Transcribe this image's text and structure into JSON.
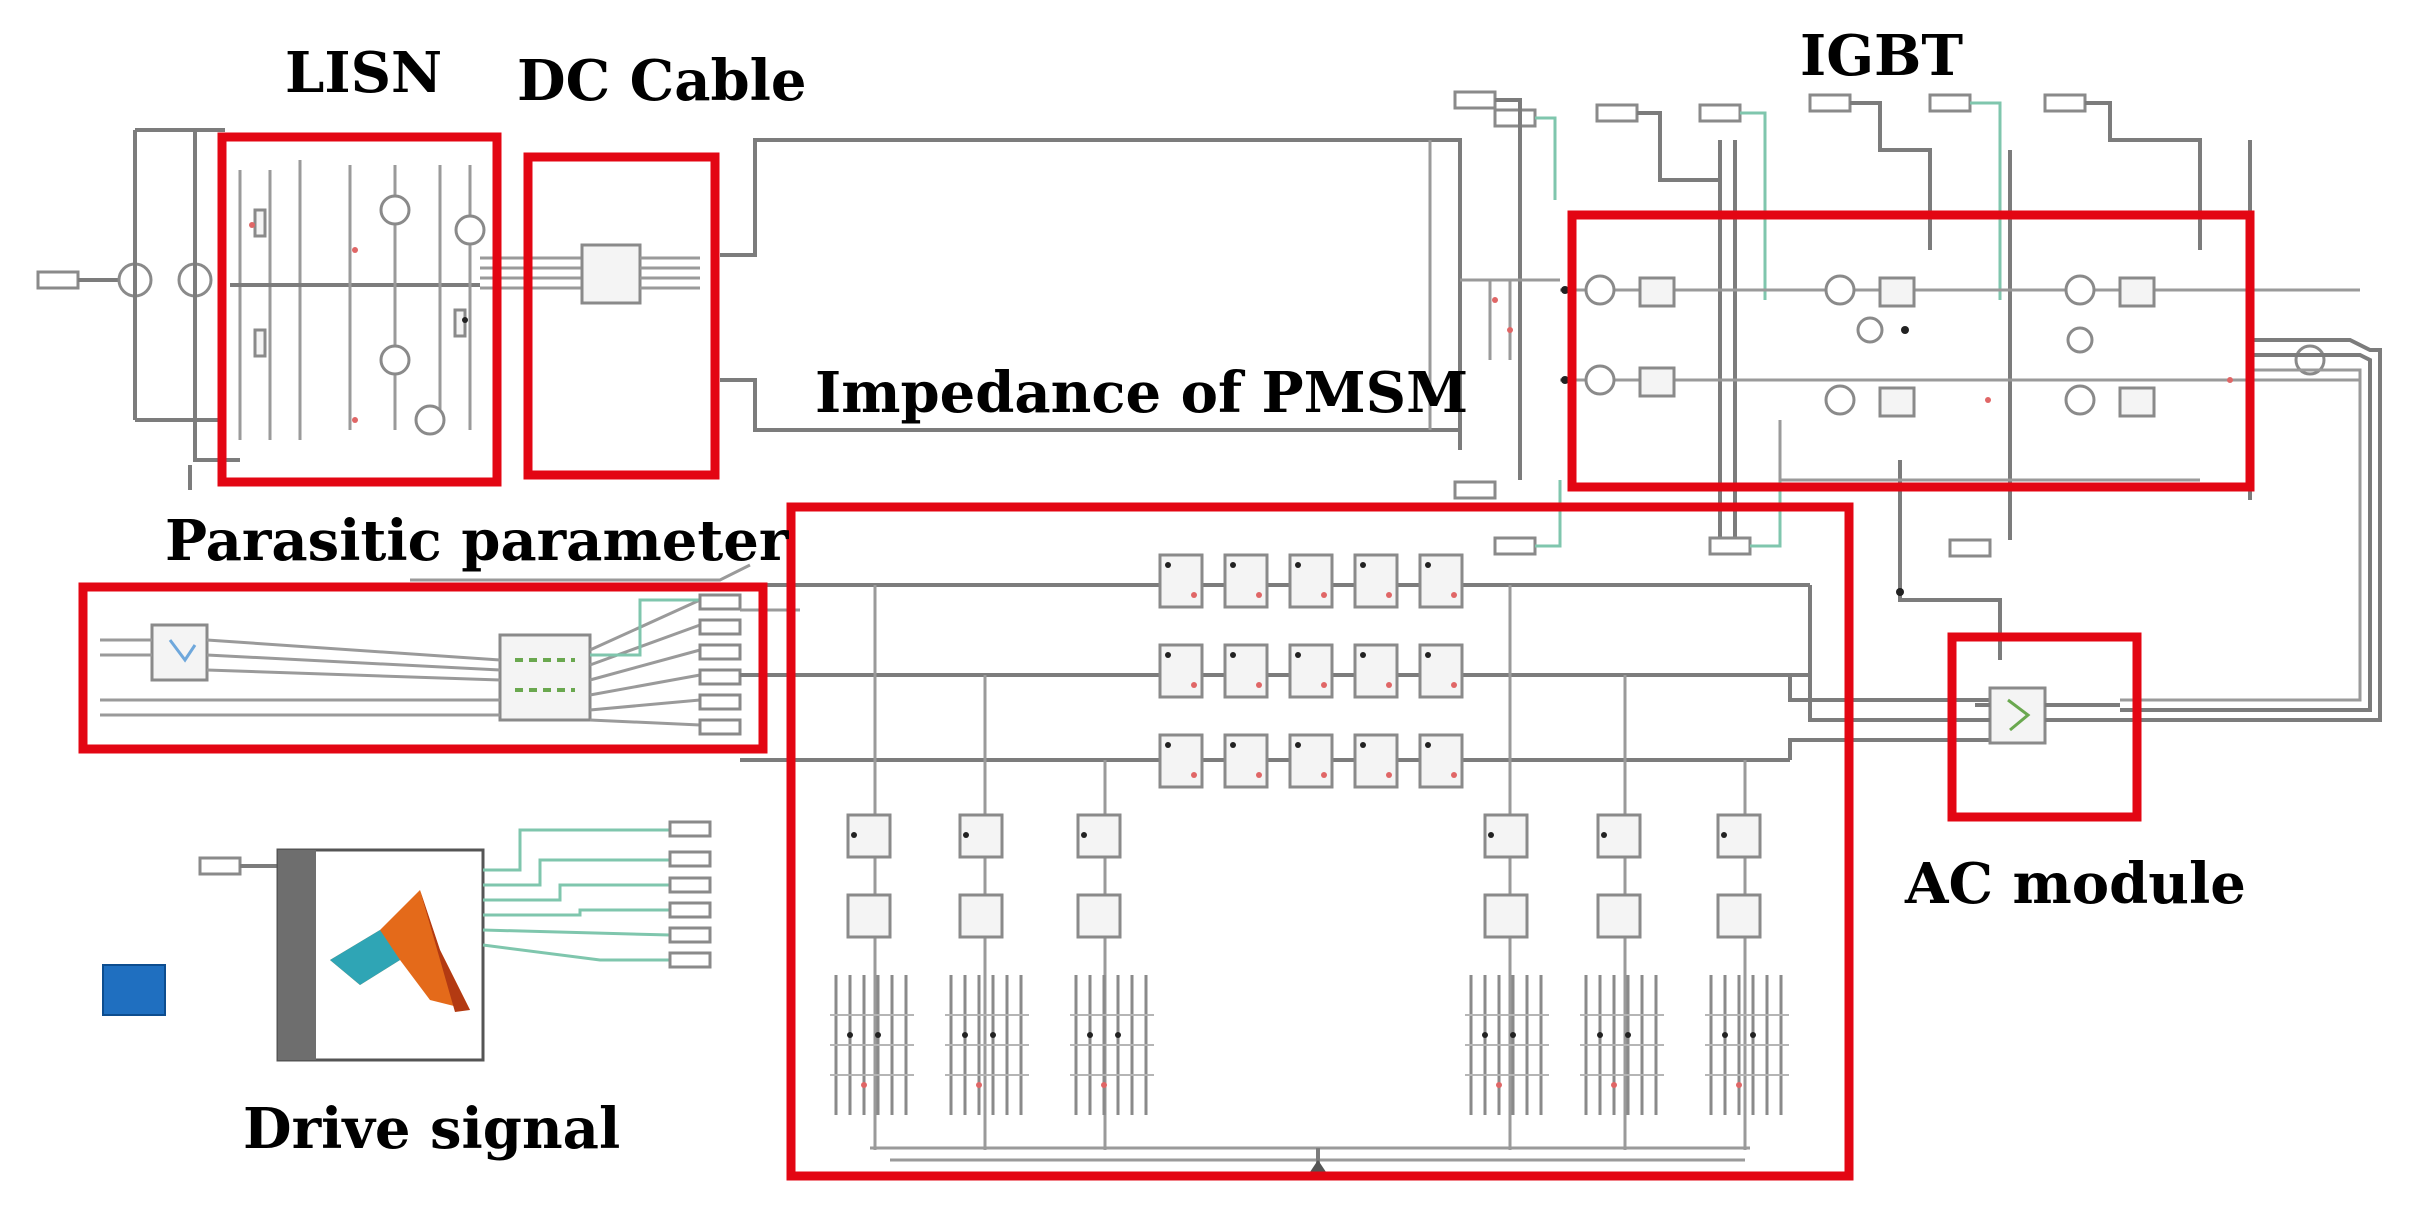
{
  "diagram": {
    "labels": {
      "lisn": "LISN",
      "dc_cable": "DC Cable",
      "igbt": "IGBT",
      "impedance_pmsm": "Impedance of PMSM",
      "parasitic_parameter": "Parasitic parameter",
      "ac_module": "AC module",
      "drive_signal": "Drive signal"
    },
    "colors": {
      "highlight": "#e30613",
      "wire": "#7c7c7c",
      "signal_wire": "#7fc6ad",
      "block_fill": "#f4f4f4",
      "scope_block": "#1f6fc0"
    },
    "icons": {
      "drive_signal_block": "matlab-function-icon",
      "scope": "scope-block-icon"
    }
  }
}
